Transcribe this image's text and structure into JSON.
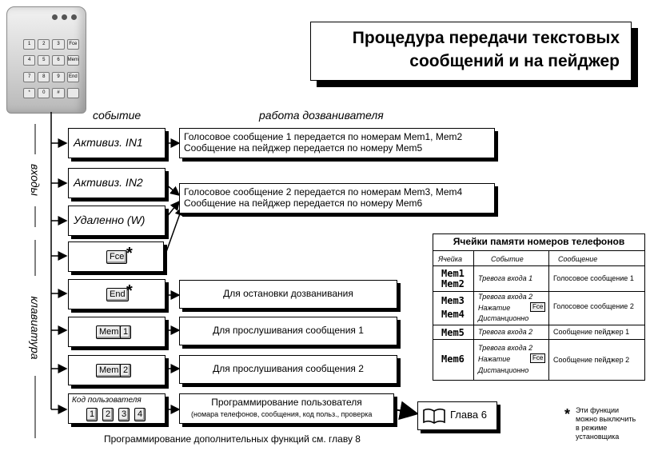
{
  "title": {
    "line1": "Процедура передачи текстовых",
    "line2": "сообщений и на пейджер"
  },
  "headers": {
    "event": "событие",
    "dialer": "работа дозванивателя"
  },
  "group_labels": {
    "inputs": "входы",
    "keyboard": "клавиатура"
  },
  "device": {
    "keys": [
      "1",
      "2",
      "3",
      "Fce",
      "4",
      "5",
      "6",
      "Mem",
      "7",
      "8",
      "9",
      "End",
      "*",
      "0",
      "#",
      ""
    ]
  },
  "events": {
    "in1": "Активиз. IN1",
    "in2": "Активиз. IN2",
    "remote": "Удаленно (W)",
    "fce_key": "Fce",
    "end_key": "End",
    "mem_key": "Mem",
    "key1": "1",
    "key2": "2",
    "user_code": "Код пользователя",
    "code_keys": [
      "1",
      "2",
      "3",
      "4"
    ],
    "star": "*"
  },
  "actions": {
    "in1_line1": "Голосовое сообщение 1 передается по номерам Mem1, Mem2",
    "in1_line2": "Сообщение на пейджер передается по номеру Mem5",
    "in2_line1": "Голосовое сообщение 2 передается по номерам Mem3, Mem4",
    "in2_line2": "Сообщение на пейджер передается по номеру Mem6",
    "stop": "Для остановки дозванивания",
    "listen1": "Для прослушивания сообщения 1",
    "listen2": "Для прослушивания сообщения 2",
    "prog_line1": "Программирование пользователя",
    "prog_line2": "(номара телефонов, сообщения, код польз., проверка"
  },
  "chapter": {
    "label": "Глава 6"
  },
  "footer": "Программирование дополнительных функций см. главу 8",
  "footnote": {
    "star": "*",
    "text": [
      "Эти функции",
      "можно выключить",
      "в режиме",
      "установщика"
    ]
  },
  "memory_table": {
    "title": "Ячейки памяти номеров телефонов",
    "columns": [
      "Ячейка",
      "Событие",
      "Сообщение"
    ],
    "rows": [
      {
        "cells": [
          "Mem1",
          "Mem2"
        ],
        "events": [
          "Тревога входа 1"
        ],
        "message": "Голосовое сообщение 1"
      },
      {
        "cells": [
          "Mem3",
          "Mem4"
        ],
        "events": [
          "Тревога входа 2",
          "Нажатие",
          "Дистанционно"
        ],
        "key": "Fce",
        "message": "Голосовое сообщение 2"
      },
      {
        "cells": [
          "Mem5"
        ],
        "events": [
          "Тревога входа 2"
        ],
        "message": "Сообщение пейджер 1"
      },
      {
        "cells": [
          "Mem6"
        ],
        "events": [
          "Тревога входа 2",
          "Нажатие",
          "Дистанционно"
        ],
        "key": "Fce",
        "message": "Сообщение пейджер 2"
      }
    ]
  }
}
